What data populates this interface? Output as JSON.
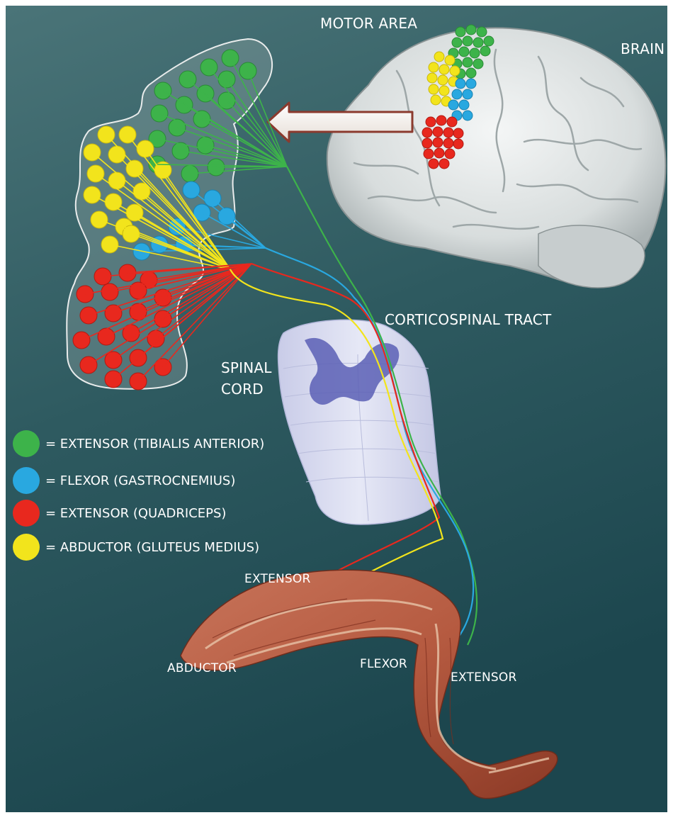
{
  "labels": {
    "motor_area": "MOTOR AREA",
    "brain": "BRAIN",
    "corticospinal_tract": "CORTICOSPINAL TRACT",
    "spinal_line1": "SPINAL",
    "spinal_line2": "CORD",
    "leg_extensor_upper": "EXTENSOR",
    "leg_abductor": "ABDUCTOR",
    "leg_flexor": "FLEXOR",
    "leg_extensor_lower": "EXTENSOR"
  },
  "legend": [
    {
      "text": "= EXTENSOR (TIBIALIS ANTERIOR)",
      "color": "#3db34a"
    },
    {
      "text": "= FLEXOR (GASTROCNEMIUS)",
      "color": "#29a8e0"
    },
    {
      "text": "= EXTENSOR (QUADRICEPS)",
      "color": "#e8281e"
    },
    {
      "text": "= ABDUCTOR (GLUTEUS MEDIUS)",
      "color": "#f2e41c"
    }
  ],
  "colors": {
    "extensor_tibialis": "#3db34a",
    "flexor_gastrocnemius": "#29a8e0",
    "extensor_quadriceps": "#e8281e",
    "abductor_gluteus": "#f2e41c",
    "background_top": "#3e6a70",
    "background_bottom": "#1f4a52"
  }
}
